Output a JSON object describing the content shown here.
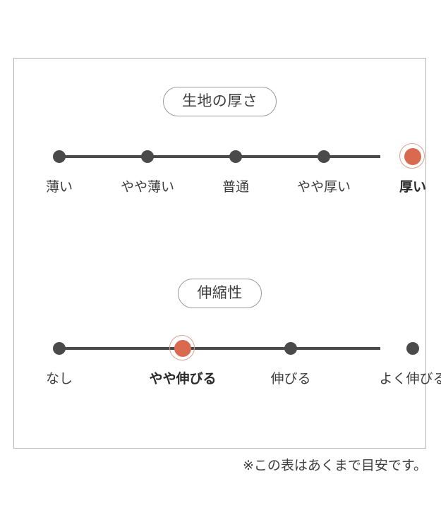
{
  "card": {
    "border_color": "#b5b5b5",
    "background": "#ffffff"
  },
  "colors": {
    "active_dot": "#d96a50",
    "active_ring": "#d9a08e",
    "inactive_dot": "#4a4a4a",
    "track": "#4a4a4a",
    "text": "#3d3d3d"
  },
  "chart_data": {
    "type": "table",
    "title": "",
    "charts": [
      {
        "title": "生地の厚さ",
        "type": "scale",
        "categories": [
          "薄い",
          "やや薄い",
          "普通",
          "やや厚い",
          "厚い"
        ],
        "values": [
          0,
          0,
          0,
          0,
          1
        ],
        "selected_index": 4,
        "selected_label": "厚い",
        "xlabel": "",
        "ylabel": ""
      },
      {
        "title": "伸縮性",
        "type": "scale",
        "categories": [
          "なし",
          "やや伸びる",
          "伸びる",
          "よく伸びる"
        ],
        "values": [
          0,
          1,
          0,
          0
        ],
        "selected_index": 1,
        "selected_label": "やや伸びる",
        "xlabel": "",
        "ylabel": ""
      }
    ]
  },
  "sections": [
    {
      "id": "thickness",
      "title": "生地の厚さ",
      "points": [
        {
          "label": "薄い",
          "active": false
        },
        {
          "label": "やや薄い",
          "active": false
        },
        {
          "label": "普通",
          "active": false
        },
        {
          "label": "やや厚い",
          "active": false
        },
        {
          "label": "厚い",
          "active": true
        }
      ]
    },
    {
      "id": "stretch",
      "title": "伸縮性",
      "points": [
        {
          "label": "なし",
          "active": false
        },
        {
          "label": "やや伸びる",
          "active": true
        },
        {
          "label": "伸びる",
          "active": false
        },
        {
          "label": "よく伸びる",
          "active": false
        }
      ]
    }
  ],
  "footnote": "※この表はあくまで目安です。"
}
